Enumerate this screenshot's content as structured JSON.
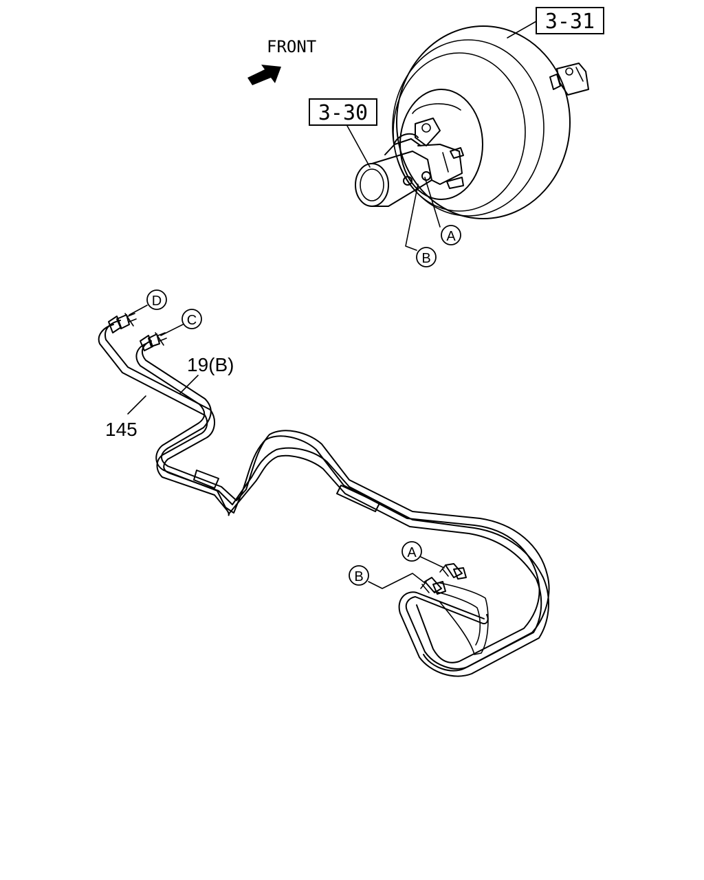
{
  "direction_label": "FRONT",
  "ref_boxes": {
    "booster": "3-31",
    "master_cylinder": "3-30"
  },
  "part_labels": {
    "tube_b": "19(B)",
    "tube_145": "145"
  },
  "connection_markers": {
    "A": "A",
    "B": "B",
    "C": "C",
    "D": "D"
  }
}
